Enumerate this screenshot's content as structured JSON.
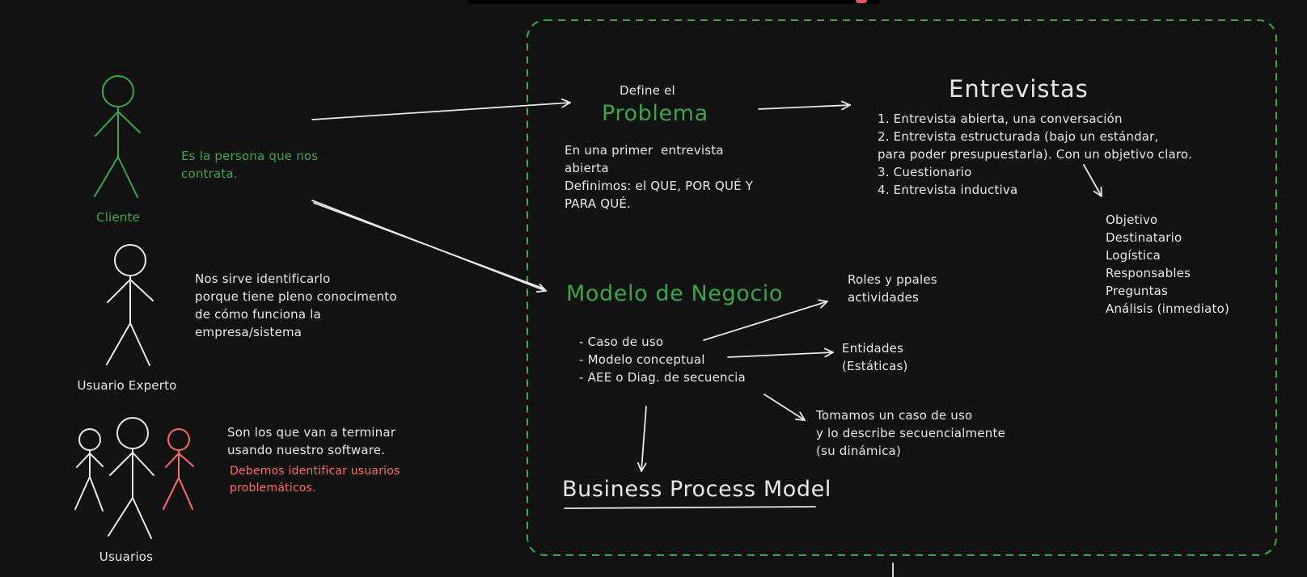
{
  "actors": {
    "cliente": {
      "label": "Cliente",
      "description": "Es la persona que nos\ncontrata."
    },
    "experto": {
      "label": "Usuario Experto",
      "description": "Nos sirve identificarlo\nporque tiene pleno conocimento\nde cómo funciona la\nempresa/sistema"
    },
    "usuarios": {
      "label": "Usuarios",
      "description": "Son los que van a terminar\nusando nuestro software.",
      "warning": "Debemos identificar usuarios\nproblemáticos."
    }
  },
  "problema": {
    "prefix": "Define el",
    "title": "Problema",
    "body": "En una primer  entrevista\nabierta\nDefinimos: el QUE, POR QUÉ Y\nPARA QUÉ."
  },
  "entrevistas": {
    "title": "Entrevistas",
    "items": "1. Entrevista abierta, una conversación\n2. Entrevista estructurada (bajo un estándar,\npara poder presupuestarla). Con un objetivo claro.\n3. Cuestionario\n4. Entrevista inductiva",
    "aspects": "Objetivo\nDestinatario\nLogística\nResponsables\nPreguntas\nAnálisis (inmediato)"
  },
  "modelo": {
    "title": "Modelo de Negocio",
    "items": "- Caso de uso\n- Modelo conceptual\n- AEE o Diag. de secuencia",
    "roles": "Roles y ppales\nactividades",
    "entidades": "Entidades\n(Estáticas)",
    "secuencia": "Tomamos un caso de uso\ny lo describe secuencialmente\n(su dinámica)"
  },
  "bpm": {
    "title": "Business Process Model"
  },
  "colors": {
    "background": "#121212",
    "ink": "#e8e8e8",
    "green": "#3aa64a",
    "red": "#ff6b6b"
  }
}
